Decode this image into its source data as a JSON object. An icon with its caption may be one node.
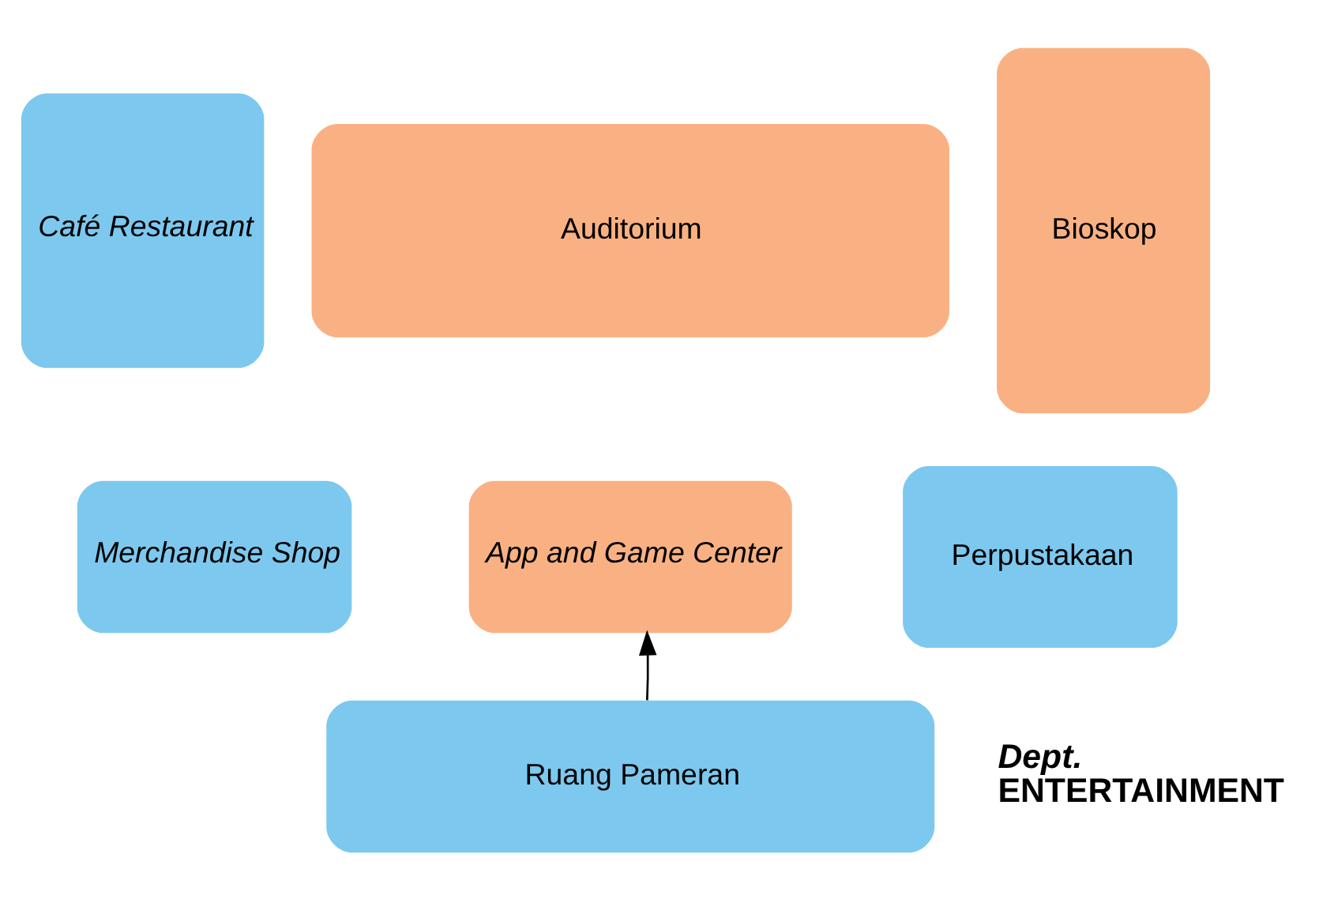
{
  "diagram": {
    "nodes": [
      {
        "text": [
          "Auditorium"
        ]
      },
      {
        "text": [
          "Bioskop"
        ]
      },
      {
        "text": [
          "Café Restaurant"
        ]
      },
      {
        "text": [
          "App and Game Center"
        ]
      },
      {
        "text": [
          "Merchandise Shop"
        ]
      },
      {
        "text": [
          "Perpustakaan"
        ]
      },
      {
        "text": [
          "Ruang Pameran"
        ]
      }
    ],
    "edges": [
      {
        "from": 6,
        "to": 3,
        "arrow": "to"
      }
    ],
    "labels": [
      "Dept.",
      "ENTERTAINMENT"
    ]
  }
}
